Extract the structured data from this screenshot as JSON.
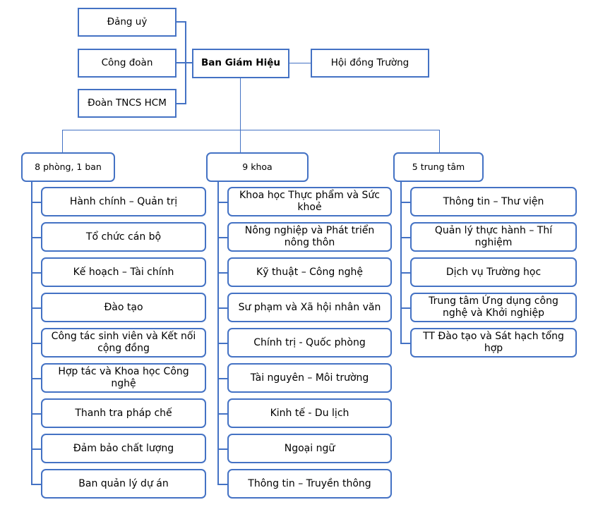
{
  "diagram": {
    "title": "University organizational structure chart",
    "accent_color": "#4472C4",
    "background_color": "#FFFFFF"
  },
  "top_level": {
    "executive": "Ban Giám Hiệu",
    "council": "Hội đồng Trường",
    "affiliates": [
      "Đảng uỷ",
      "Công đoàn",
      "Đoàn TNCS HCM"
    ]
  },
  "columns": [
    {
      "header": "8 phòng, 1 ban",
      "items": [
        "Hành chính – Quản trị",
        "Tổ chức cán bộ",
        "Kế hoạch – Tài chính",
        "Đào tạo",
        "Công tác sinh viên và Kết nối cộng đồng",
        "Hợp tác và Khoa học Công nghệ",
        "Thanh tra pháp chế",
        "Đảm bảo chất lượng",
        "Ban quản lý dự án"
      ]
    },
    {
      "header": "9 khoa",
      "items": [
        "Khoa học Thực phẩm và Sức khoẻ",
        "Nông nghiệp và Phát triển nông thôn",
        "Kỹ thuật – Công nghệ",
        "Sư phạm và Xã hội nhân văn",
        "Chính trị - Quốc phòng",
        "Tài nguyên – Môi trường",
        "Kinh tế - Du lịch",
        "Ngoại ngữ",
        "Thông tin – Truyền thông"
      ]
    },
    {
      "header": "5 trung tâm",
      "items": [
        "Thông tin – Thư viện",
        "Quản lý thực hành – Thí nghiệm",
        "Dịch vụ Trường học",
        "Trung tâm Ứng dụng công nghệ và Khởi nghiệp",
        "TT Đào tạo và Sát hạch tổng hợp"
      ]
    }
  ]
}
